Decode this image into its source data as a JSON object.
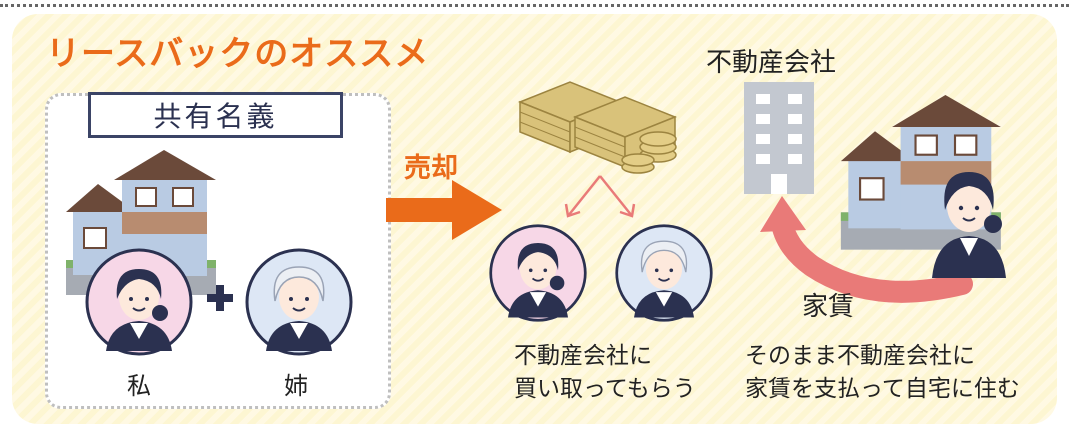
{
  "heading": "リースバックのオススメ",
  "ownership_label": "共有名義",
  "owners": [
    {
      "name": "私"
    },
    {
      "name": "姉"
    }
  ],
  "sale_label": "売却",
  "company_label": "不動産会社",
  "rent_label": "家賃",
  "caption_left": [
    "不動産会社に",
    "買い取ってもらう"
  ],
  "caption_right": [
    "そのまま不動産会社に",
    "家賃を支払って自宅に住む"
  ],
  "colors": {
    "accent_orange": "#ea6b1a",
    "rent_arrow": "#e97a78",
    "navy": "#2b3150",
    "pink_circle": "#f7d7e7",
    "blue_circle": "#dde7f5"
  },
  "icons": [
    "house-icon",
    "woman-icon",
    "elderly-woman-icon",
    "plus-icon",
    "money-stack-icon",
    "coins-icon",
    "building-icon",
    "arrow-right-icon",
    "curved-arrow-icon"
  ]
}
